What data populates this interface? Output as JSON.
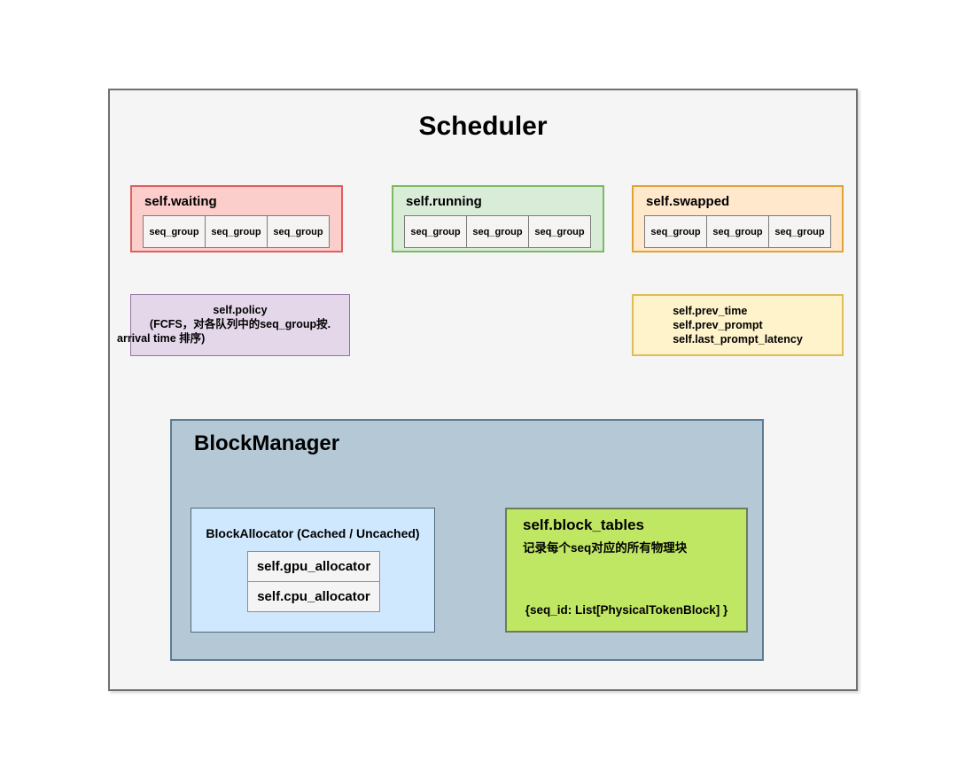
{
  "scheduler": {
    "title": "Scheduler",
    "queues": [
      {
        "label": "self.waiting",
        "cells": [
          "seq_group",
          "seq_group",
          "seq_group"
        ]
      },
      {
        "label": "self.running",
        "cells": [
          "seq_group",
          "seq_group",
          "seq_group"
        ]
      },
      {
        "label": "self.swapped",
        "cells": [
          "seq_group",
          "seq_group",
          "seq_group"
        ]
      }
    ],
    "policy": {
      "title": "self.policy",
      "desc_line1": "(FCFS，对各队列中的seq_group按.",
      "desc_line2": "arrival time 排序)"
    },
    "timing_vars": {
      "line1": "self.prev_time",
      "line2": "self.prev_prompt",
      "line3": "self.last_prompt_latency"
    },
    "block_manager": {
      "title": "BlockManager",
      "block_allocator": {
        "title": "BlockAllocator (Cached / Uncached)",
        "gpu": "self.gpu_allocator",
        "cpu": "self.cpu_allocator"
      },
      "block_tables": {
        "title": "self.block_tables",
        "description": "记录每个seq对应的所有物理块",
        "type_annotation": "{seq_id: List[PhysicalTokenBlock] }"
      }
    }
  },
  "colors": {
    "frame_bg": "#f5f5f5",
    "frame_stroke": "#707070",
    "waiting_fill": "#fbcecb",
    "waiting_stroke": "#df5e5e",
    "running_fill": "#d9ecd7",
    "running_stroke": "#7eb867",
    "swapped_fill": "#ffe8cc",
    "swapped_stroke": "#e1a338",
    "policy_fill": "#e3d7e9",
    "policy_stroke": "#9673a6",
    "timing_fill": "#fff3cb",
    "timing_stroke": "#ddbd57",
    "block_manager_fill": "#b5c8d5",
    "block_manager_stroke": "#5e7b91",
    "allocator_fill": "#cfe8fd",
    "allocator_stroke": "#51697c",
    "block_tables_fill": "#c0e763",
    "block_tables_stroke": "#6d7c5c",
    "cell_fill": "#f6f3f3",
    "cell_stroke": "#7b7b7b"
  }
}
